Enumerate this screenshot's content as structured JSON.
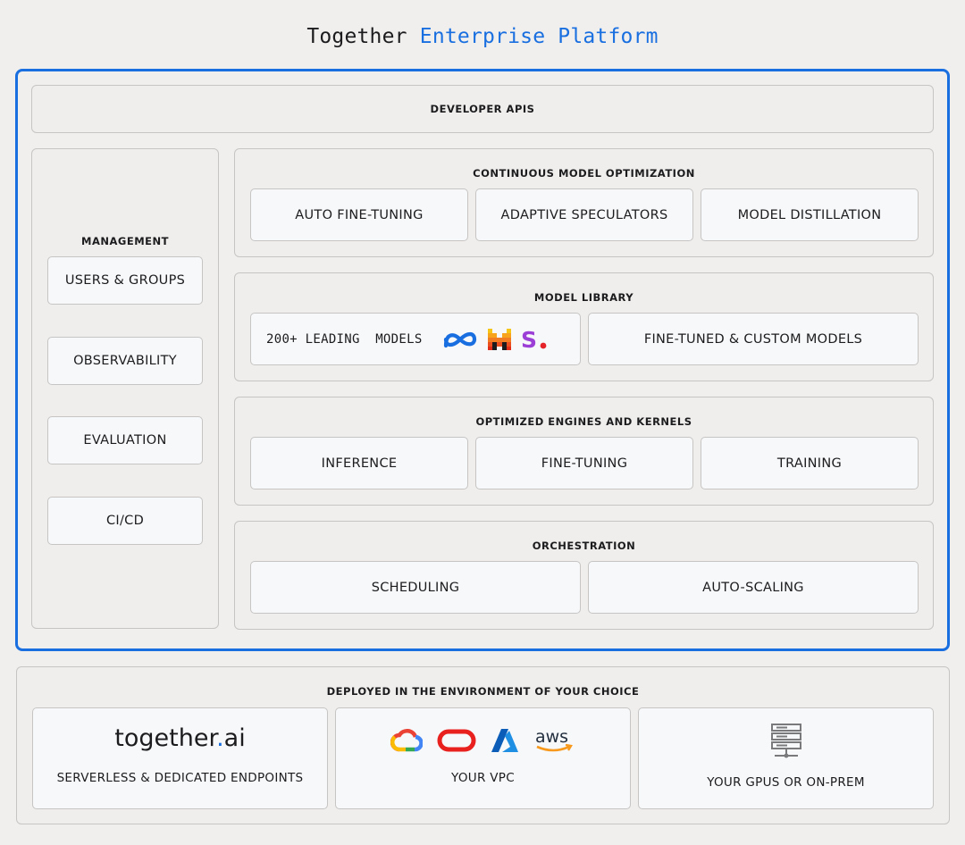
{
  "title": {
    "main": "Together",
    "accent": "Enterprise Platform"
  },
  "developer_apis": "DEVELOPER APIS",
  "management": {
    "header": "MANAGEMENT",
    "items": [
      "USERS & GROUPS",
      "OBSERVABILITY",
      "EVALUATION",
      "CI/CD"
    ]
  },
  "optimization": {
    "header": "CONTINUOUS MODEL OPTIMIZATION",
    "items": [
      "AUTO FINE-TUNING",
      "ADAPTIVE SPECULATORS",
      "MODEL DISTILLATION"
    ]
  },
  "library": {
    "header": "MODEL LIBRARY",
    "leading": "200+ LEADING  MODELS",
    "custom": "FINE-TUNED & CUSTOM MODELS",
    "logos": [
      "meta-logo-icon",
      "mistral-logo-icon",
      "stability-logo-icon"
    ]
  },
  "engines": {
    "header": "OPTIMIZED ENGINES AND KERNELS",
    "items": [
      "INFERENCE",
      "FINE-TUNING",
      "TRAINING"
    ]
  },
  "orchestration": {
    "header": "ORCHESTRATION",
    "items": [
      "SCHEDULING",
      "AUTO-SCALING"
    ]
  },
  "deploy": {
    "header": "DEPLOYED IN THE ENVIRONMENT OF YOUR CHOICE",
    "together_logo_main": "together",
    "together_logo_dot": ".",
    "together_logo_tail": "ai",
    "serverless": "SERVERLESS & DEDICATED ENDPOINTS",
    "vpc": "YOUR VPC",
    "aws": "aws",
    "onprem": "YOUR GPUS OR ON-PREM",
    "cloud_logos": [
      "google-cloud-icon",
      "oracle-icon",
      "azure-icon",
      "aws-icon"
    ],
    "server_icon": "server-rack-icon"
  },
  "colors": {
    "accent": "#1a6fe0",
    "border": "#c6c5c3",
    "panel": "#efeeec",
    "box": "#f7f8fa"
  }
}
